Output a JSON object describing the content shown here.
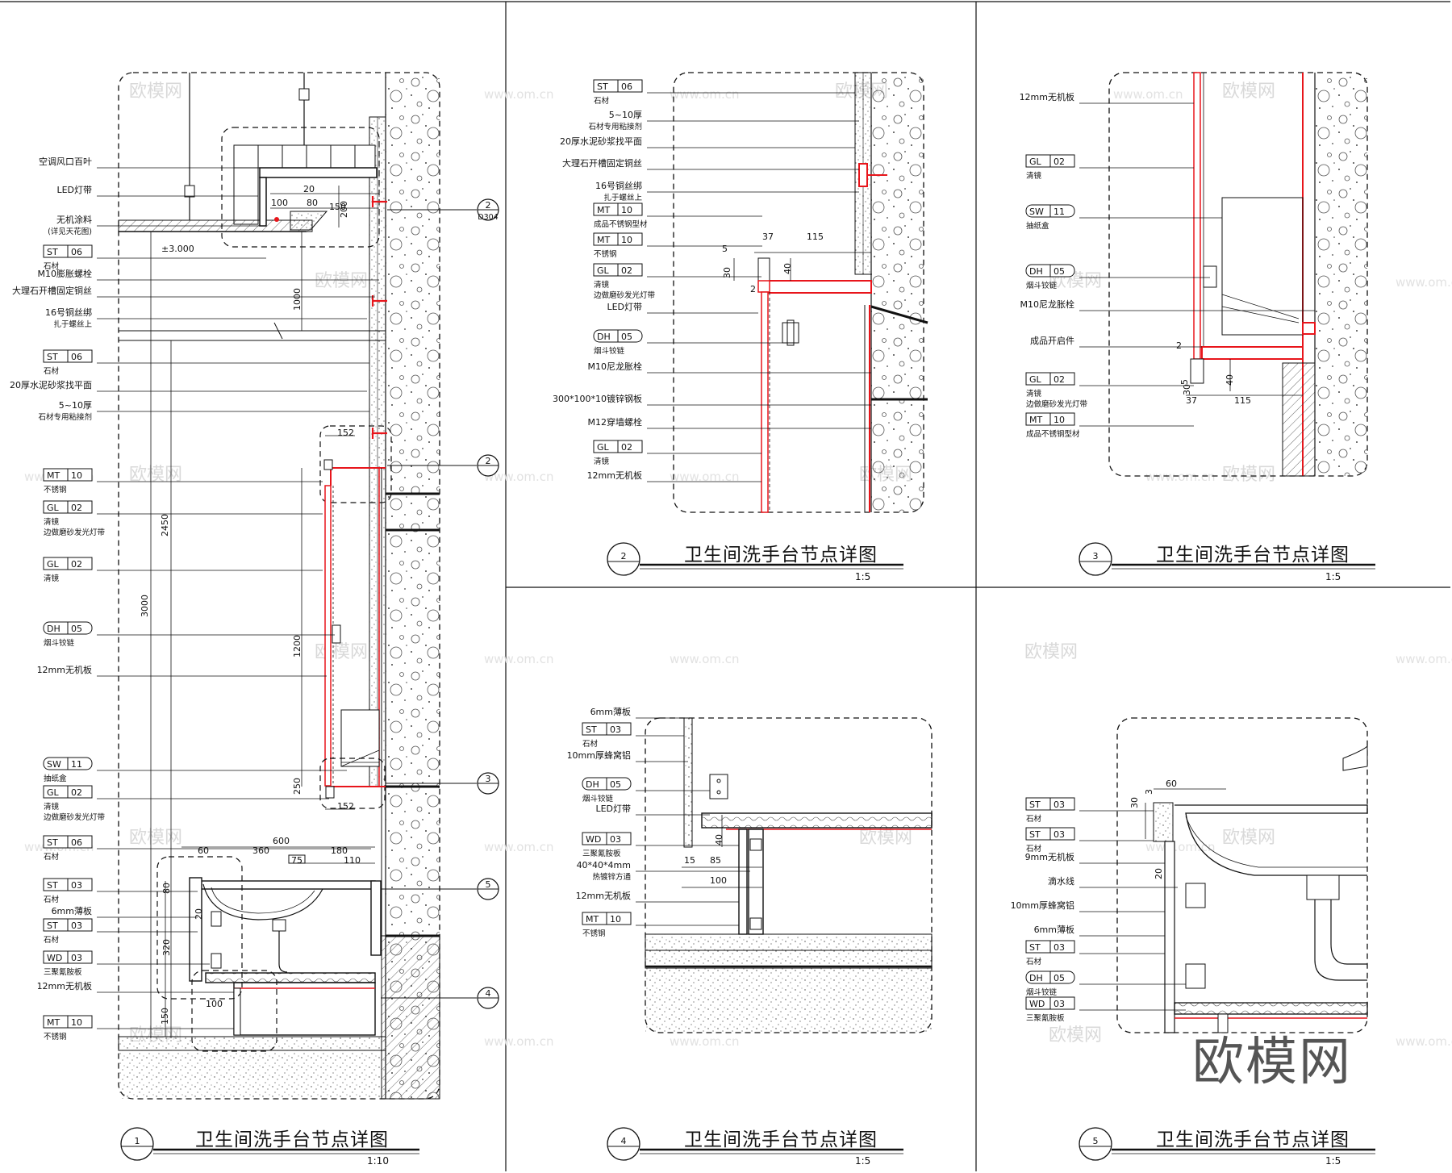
{
  "colors": {
    "line": "#111111",
    "accent": "#e8151b",
    "hatch": "#666666",
    "watermark": "#d9d9d9"
  },
  "watermark": {
    "brand": "欧模网",
    "url": "www.om.cn"
  },
  "logo": "欧模网",
  "panels": [
    {
      "id": "1",
      "title": "卫生间洗手台节点详图",
      "scale": "1:10",
      "callouts": [
        {
          "code": "",
          "label": "空调风口百叶",
          "sub": ""
        },
        {
          "code": "",
          "label": "LED灯带",
          "sub": ""
        },
        {
          "code": "",
          "label": "无机涂料",
          "sub": "(详见天花图)"
        },
        {
          "code": "ST 06",
          "label": "石材",
          "sub": ""
        },
        {
          "code": "",
          "label": "M10膨胀螺栓",
          "sub": ""
        },
        {
          "code": "",
          "label": "大理石开槽固定铜丝",
          "sub": ""
        },
        {
          "code": "",
          "label": "16号铜丝绑",
          "sub": "扎于螺丝上"
        },
        {
          "code": "ST 06",
          "label": "石材",
          "sub": ""
        },
        {
          "code": "",
          "label": "20厚水泥砂浆找平面",
          "sub": ""
        },
        {
          "code": "",
          "label": "5~10厚",
          "sub": "石材专用粘接剂"
        },
        {
          "code": "MT 10",
          "label": "不锈钢",
          "sub": ""
        },
        {
          "code": "GL 02",
          "label": "清镜",
          "sub": "边做磨砂发光灯带"
        },
        {
          "code": "GL 02",
          "label": "清镜",
          "sub": ""
        },
        {
          "code": "DH 05",
          "label": "烟斗铰链",
          "sub": ""
        },
        {
          "code": "",
          "label": "12mm无机板",
          "sub": ""
        },
        {
          "code": "SW 11",
          "label": "抽纸盒",
          "sub": ""
        },
        {
          "code": "GL 02",
          "label": "清镜",
          "sub": "边做磨砂发光灯带"
        },
        {
          "code": "ST 06",
          "label": "石材",
          "sub": ""
        },
        {
          "code": "ST 03",
          "label": "石材",
          "sub": ""
        },
        {
          "code": "",
          "label": "6mm薄板",
          "sub": ""
        },
        {
          "code": "ST 03",
          "label": "石材",
          "sub": ""
        },
        {
          "code": "WD 03",
          "label": "三聚氰胺板",
          "sub": ""
        },
        {
          "code": "",
          "label": "12mm无机板",
          "sub": ""
        },
        {
          "code": "MT 10",
          "label": "不锈钢",
          "sub": ""
        }
      ],
      "dims": [
        "100",
        "20",
        "80",
        "150",
        "200",
        "±3.000",
        "1000",
        "152",
        "2450",
        "3000",
        "1200",
        "152",
        "600",
        "250",
        "60",
        "360",
        "180",
        "75",
        "110",
        "80",
        "20",
        "320",
        "100",
        "150"
      ],
      "markers": [
        {
          "n": "2",
          "sheet": "D304"
        },
        {
          "n": "2",
          "sheet": ""
        },
        {
          "n": "3",
          "sheet": ""
        },
        {
          "n": "5",
          "sheet": ""
        },
        {
          "n": "4",
          "sheet": ""
        }
      ]
    },
    {
      "id": "2",
      "title": "卫生间洗手台节点详图",
      "scale": "1:5",
      "callouts": [
        {
          "code": "ST 06",
          "label": "石材",
          "sub": ""
        },
        {
          "code": "",
          "label": "5~10厚",
          "sub": "石材专用粘接剂"
        },
        {
          "code": "",
          "label": "20厚水泥砂浆找平面",
          "sub": ""
        },
        {
          "code": "",
          "label": "大理石开槽固定铜丝",
          "sub": ""
        },
        {
          "code": "",
          "label": "16号铜丝绑",
          "sub": "扎于螺丝上"
        },
        {
          "code": "MT 10",
          "label": "成品不锈钢型材",
          "sub": ""
        },
        {
          "code": "MT 10",
          "label": "不锈钢",
          "sub": ""
        },
        {
          "code": "GL 02",
          "label": "清镜",
          "sub": "边做磨砂发光灯带"
        },
        {
          "code": "",
          "label": "LED灯带",
          "sub": ""
        },
        {
          "code": "DH 05",
          "label": "烟斗铰链",
          "sub": ""
        },
        {
          "code": "",
          "label": "M10尼龙胀栓",
          "sub": ""
        },
        {
          "code": "",
          "label": "300*100*10镀锌钢板",
          "sub": ""
        },
        {
          "code": "",
          "label": "M12穿墙螺栓",
          "sub": ""
        },
        {
          "code": "GL 02",
          "label": "清镜",
          "sub": ""
        },
        {
          "code": "",
          "label": "12mm无机板",
          "sub": ""
        }
      ],
      "dims": [
        "37",
        "115",
        "5",
        "30",
        "40",
        "2"
      ]
    },
    {
      "id": "3",
      "title": "卫生间洗手台节点详图",
      "scale": "1:5",
      "callouts": [
        {
          "code": "",
          "label": "12mm无机板",
          "sub": ""
        },
        {
          "code": "GL 02",
          "label": "清镜",
          "sub": ""
        },
        {
          "code": "SW 11",
          "label": "抽纸盒",
          "sub": ""
        },
        {
          "code": "DH 05",
          "label": "烟斗铰链",
          "sub": ""
        },
        {
          "code": "",
          "label": "M10尼龙胀栓",
          "sub": ""
        },
        {
          "code": "",
          "label": "成品开启件",
          "sub": ""
        },
        {
          "code": "GL 02",
          "label": "清镜",
          "sub": "边做磨砂发光灯带"
        },
        {
          "code": "MT 10",
          "label": "成品不锈钢型材",
          "sub": ""
        }
      ],
      "dims": [
        "2",
        "5",
        "30",
        "40",
        "37",
        "115"
      ]
    },
    {
      "id": "4",
      "title": "卫生间洗手台节点详图",
      "scale": "1:5",
      "callouts": [
        {
          "code": "",
          "label": "6mm薄板",
          "sub": ""
        },
        {
          "code": "ST 03",
          "label": "石材",
          "sub": ""
        },
        {
          "code": "",
          "label": "10mm厚蜂窝铝",
          "sub": ""
        },
        {
          "code": "DH 05",
          "label": "烟斗铰链",
          "sub": ""
        },
        {
          "code": "",
          "label": "LED灯带",
          "sub": ""
        },
        {
          "code": "WD 03",
          "label": "三聚氰胺板",
          "sub": ""
        },
        {
          "code": "",
          "label": "40*40*4mm",
          "sub": "热镀锌方通"
        },
        {
          "code": "",
          "label": "12mm无机板",
          "sub": ""
        },
        {
          "code": "MT 10",
          "label": "不锈钢",
          "sub": ""
        }
      ],
      "dims": [
        "40",
        "15",
        "85",
        "100"
      ]
    },
    {
      "id": "5",
      "title": "卫生间洗手台节点详图",
      "scale": "1:5",
      "callouts": [
        {
          "code": "ST 03",
          "label": "石材",
          "sub": ""
        },
        {
          "code": "ST 03",
          "label": "石材",
          "sub": ""
        },
        {
          "code": "",
          "label": "9mm无机板",
          "sub": ""
        },
        {
          "code": "",
          "label": "滴水线",
          "sub": ""
        },
        {
          "code": "",
          "label": "10mm厚蜂窝铝",
          "sub": ""
        },
        {
          "code": "",
          "label": "6mm薄板",
          "sub": ""
        },
        {
          "code": "ST 03",
          "label": "石材",
          "sub": ""
        },
        {
          "code": "DH 05",
          "label": "烟斗铰链",
          "sub": ""
        },
        {
          "code": "WD 03",
          "label": "三聚氰胺板",
          "sub": ""
        }
      ],
      "dims": [
        "60",
        "30",
        "3",
        "20"
      ]
    }
  ]
}
